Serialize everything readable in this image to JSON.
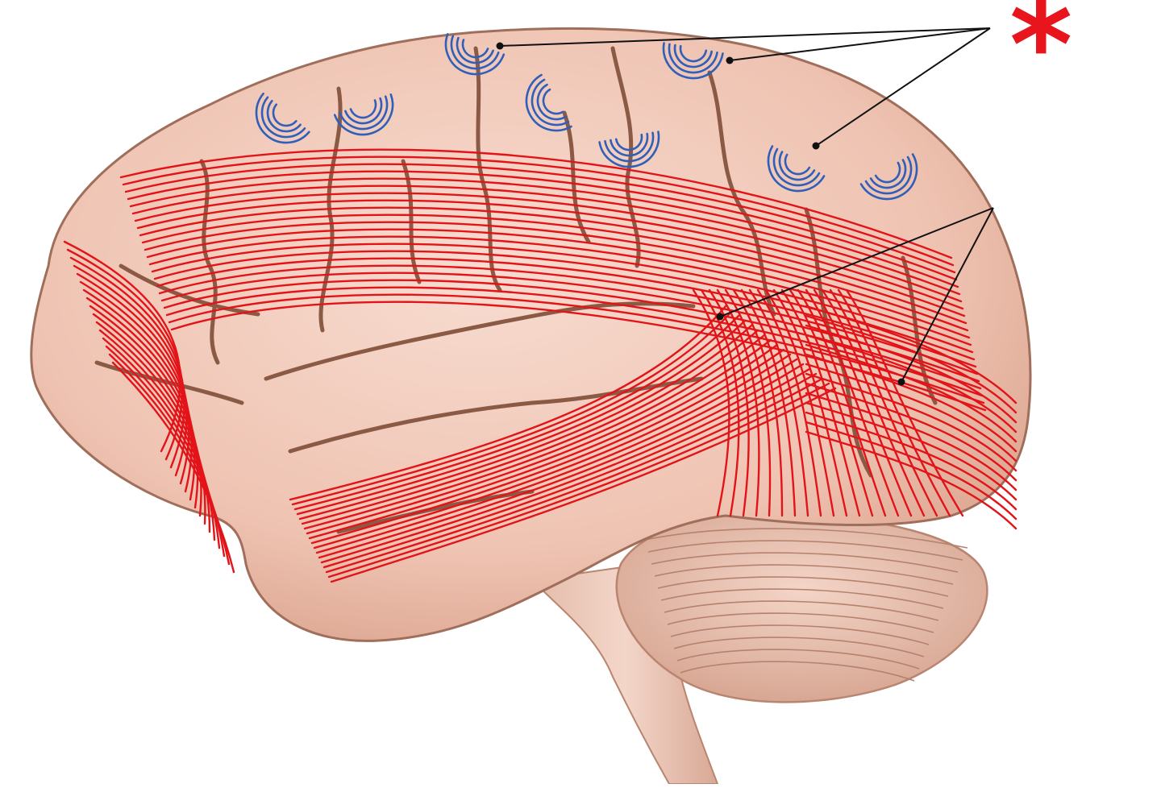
{
  "figure": {
    "subject": "lateral-view-brain-association-fibers",
    "marker": {
      "symbol": "*",
      "color": "#e8161c"
    },
    "colors": {
      "cortex_fill": "#f2cbbd",
      "cortex_shade": "#d9a48f",
      "sulcus": "#8a5a45",
      "long_fibers": "#e2141a",
      "short_fibers": "#2f5fb8",
      "leader_lines": "#111111",
      "background": "#ffffff"
    },
    "pointer_groups": [
      {
        "id": "short-association-fibers",
        "points_to": "blue-arcs",
        "target_count": 3,
        "labeled": true
      },
      {
        "id": "long-association-fibers",
        "points_to": "red-tracts",
        "target_count": 2,
        "labeled": false
      }
    ],
    "regions": [
      "cerebrum",
      "cerebellum",
      "brainstem"
    ]
  }
}
